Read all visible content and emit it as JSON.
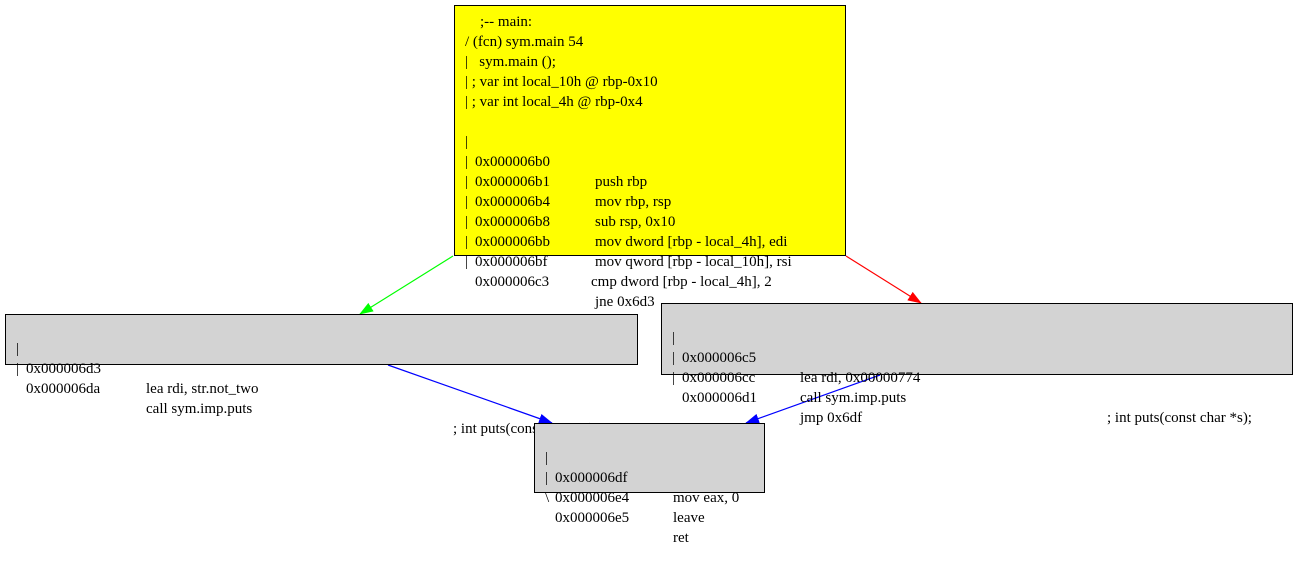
{
  "colors": {
    "main_fill": "#ffff00",
    "block_fill": "#d3d3d3",
    "edge_true": "#00ff00",
    "edge_false": "#ff0000",
    "edge_jump": "#0000ff"
  },
  "main_block": {
    "header": [
      "    ;-- main:",
      "/ (fcn) sym.main 54",
      "|   sym.main ();",
      "| ; var int local_10h @ rbp-0x10",
      "| ; var int local_4h @ rbp-0x4"
    ],
    "lines": [
      {
        "pipe": "|",
        "addr": "0x000006b0",
        "ins": "push rbp"
      },
      {
        "pipe": "|",
        "addr": "0x000006b1",
        "ins": "mov rbp, rsp"
      },
      {
        "pipe": "|",
        "addr": "0x000006b4",
        "ins": "sub rsp, 0x10"
      },
      {
        "pipe": "|",
        "addr": "0x000006b8",
        "ins": "mov dword [rbp - local_4h], edi"
      },
      {
        "pipe": "|",
        "addr": "0x000006bb",
        "ins": "mov qword [rbp - local_10h], rsi"
      },
      {
        "pipe": "|",
        "addr": "0x000006bf",
        "ins": "cmp dword [rbp - local_4h], 2"
      },
      {
        "pipe": "|",
        "addr": "0x000006c3",
        "ins": "jne 0x6d3"
      }
    ]
  },
  "left_block": {
    "lines": [
      {
        "pipe": "|",
        "addr": "0x000006d3",
        "ins": "lea rdi, str.not_two",
        "cmt": ""
      },
      {
        "pipe": "|",
        "addr": "0x000006da",
        "ins": "call sym.imp.puts",
        "cmt": "; int puts(const char *s);"
      }
    ]
  },
  "right_block": {
    "lines": [
      {
        "pipe": "|",
        "addr": "0x000006c5",
        "ins": "lea rdi, 0x00000774",
        "cmt": ""
      },
      {
        "pipe": "|",
        "addr": "0x000006cc",
        "ins": "call sym.imp.puts",
        "cmt": "; int puts(const char *s);"
      },
      {
        "pipe": "|",
        "addr": "0x000006d1",
        "ins": "jmp 0x6df",
        "cmt": ""
      }
    ]
  },
  "bottom_block": {
    "lines": [
      {
        "pipe": "|",
        "addr": "0x000006df",
        "ins": "mov eax, 0"
      },
      {
        "pipe": "|",
        "addr": "0x000006e4",
        "ins": "leave"
      },
      {
        "pipe": "\\",
        "addr": "0x000006e5",
        "ins": "ret"
      }
    ]
  }
}
